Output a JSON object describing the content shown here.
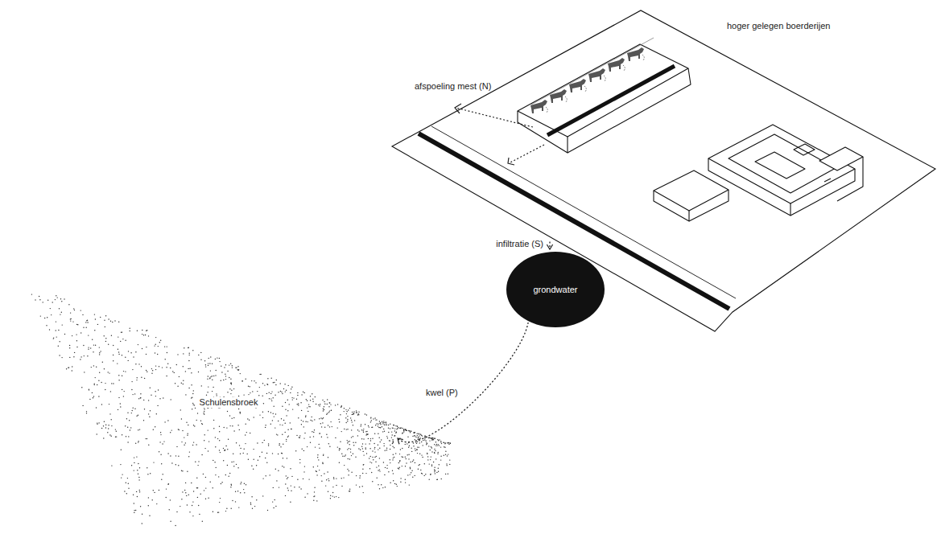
{
  "diagram": {
    "nodes": [
      {
        "text": [
          "hoger gelegen boerderijen"
        ]
      },
      {
        "text": [
          "grondwater"
        ]
      },
      {
        "text": [
          "Schulensbroek"
        ]
      }
    ],
    "edges": [
      {
        "from": 0,
        "to": 1,
        "arrow": "to",
        "label": "infiltratie (S)"
      },
      {
        "from": 1,
        "to": 2,
        "arrow": "to",
        "label": "kwel (P)"
      }
    ],
    "labels": [
      "afspoeling mest (N)"
    ]
  }
}
